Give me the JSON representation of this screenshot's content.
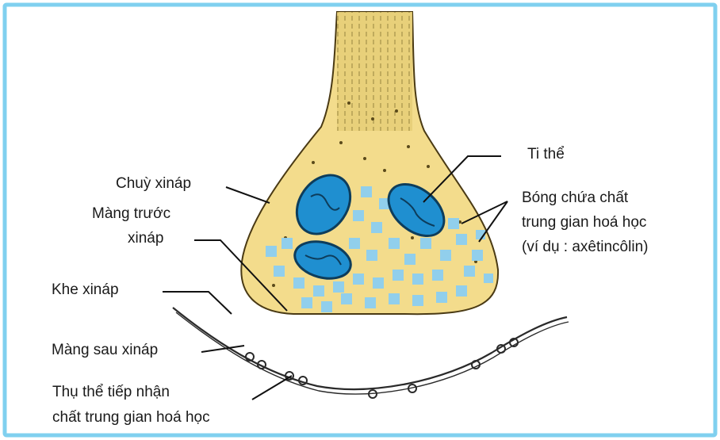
{
  "colors": {
    "border": "#7fd0ef",
    "terminal_fill": "#f3dc8c",
    "terminal_outline": "#4a3a14",
    "mitochondria": "#1f8fd0",
    "vesicles": "#8ccff2",
    "leader_lines": "#111111"
  },
  "labels": {
    "chuy_xinap": "Chuỳ xináp",
    "mang_truoc_line1": "Màng trước",
    "mang_truoc_line2": "xináp",
    "khe_xinap": "Khe xináp",
    "mang_sau_xinap": "Màng sau xináp",
    "thu_the_line1": "Thụ thể tiếp nhận",
    "thu_the_line2": "chất trung gian hoá học",
    "ti_the": "Ti thể",
    "bong_chua_line1": "Bóng chứa chất",
    "bong_chua_line2": "trung gian hoá học",
    "bong_chua_line3": "(ví dụ : axêtincôlin)"
  }
}
